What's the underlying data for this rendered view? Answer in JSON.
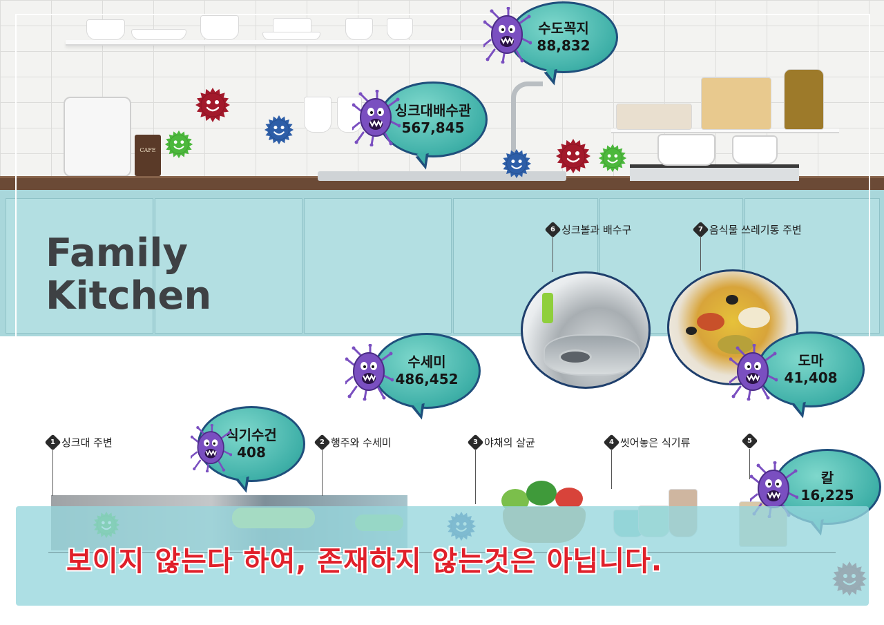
{
  "title": {
    "line1": "Family",
    "line2": "Kitchen"
  },
  "bubbles": [
    {
      "id": "faucet",
      "name": "수도꼭지",
      "count": "88,832"
    },
    {
      "id": "sink-drain-pipe",
      "name": "싱크대배수관",
      "count": "567,845"
    },
    {
      "id": "scrubber",
      "name": "수세미",
      "count": "486,452"
    },
    {
      "id": "cutting-board",
      "name": "도마",
      "count": "41,408"
    },
    {
      "id": "dish-towel",
      "name": "식기수건",
      "count": "408"
    },
    {
      "id": "knife",
      "name": "칼",
      "count": "16,225"
    }
  ],
  "steps": [
    {
      "num": "1",
      "label": "싱크대 주변"
    },
    {
      "num": "2",
      "label": "행주와 수세미"
    },
    {
      "num": "3",
      "label": "야채의 살균"
    },
    {
      "num": "4",
      "label": "씻어놓은 식기류"
    },
    {
      "num": "5",
      "label": ""
    },
    {
      "num": "6",
      "label": "싱크볼과 배수구"
    },
    {
      "num": "7",
      "label": "음식물 쓰레기통 주변"
    }
  ],
  "appliance": {
    "grinder_label": "CAFE"
  },
  "caption": "보이지 않는다 하여, 존재하지 않는것은 아닙니다.",
  "colors": {
    "cabinet": "#a9d7db",
    "bubble": "#3fb0a8",
    "bubble_border": "#1f4f7c",
    "caption_text": "#e0202a",
    "germ_purple": "#7a4fc0",
    "germ_red": "#a3192b",
    "germ_blue": "#2d5ea8",
    "germ_green": "#4cb83c"
  },
  "icons": [
    "purple-germ-icon",
    "red-germ-icon",
    "blue-germ-icon",
    "green-germ-icon"
  ]
}
